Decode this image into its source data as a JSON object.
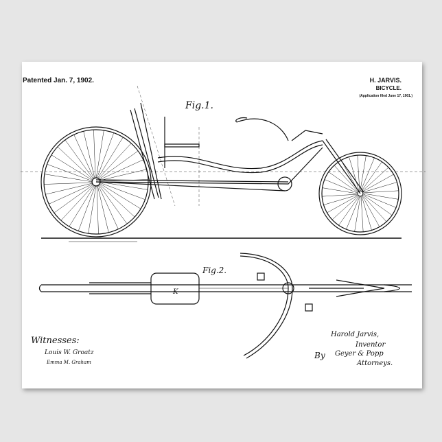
{
  "header": {
    "patented": "Patented Jan. 7, 1902.",
    "inventor": "H. JARVIS.",
    "title": "BICYCLE.",
    "filed": "(Application filed June 17, 1901.)"
  },
  "figures": {
    "fig1": "Fig.1.",
    "fig2": "Fig.2."
  },
  "signatures": {
    "witnesses_label": "Witnesses:",
    "witness1": "Louis W. Groatz",
    "witness2": "Emma M. Graham",
    "inventor_name": "Harold Jarvis,",
    "inventor_label": "Inventor",
    "by": "By",
    "attorneys_name": "Geyer & Popp",
    "attorneys_label": "Attorneys."
  },
  "colors": {
    "background": "#e6e6e6",
    "paper": "#ffffff",
    "ink": "#111111"
  }
}
